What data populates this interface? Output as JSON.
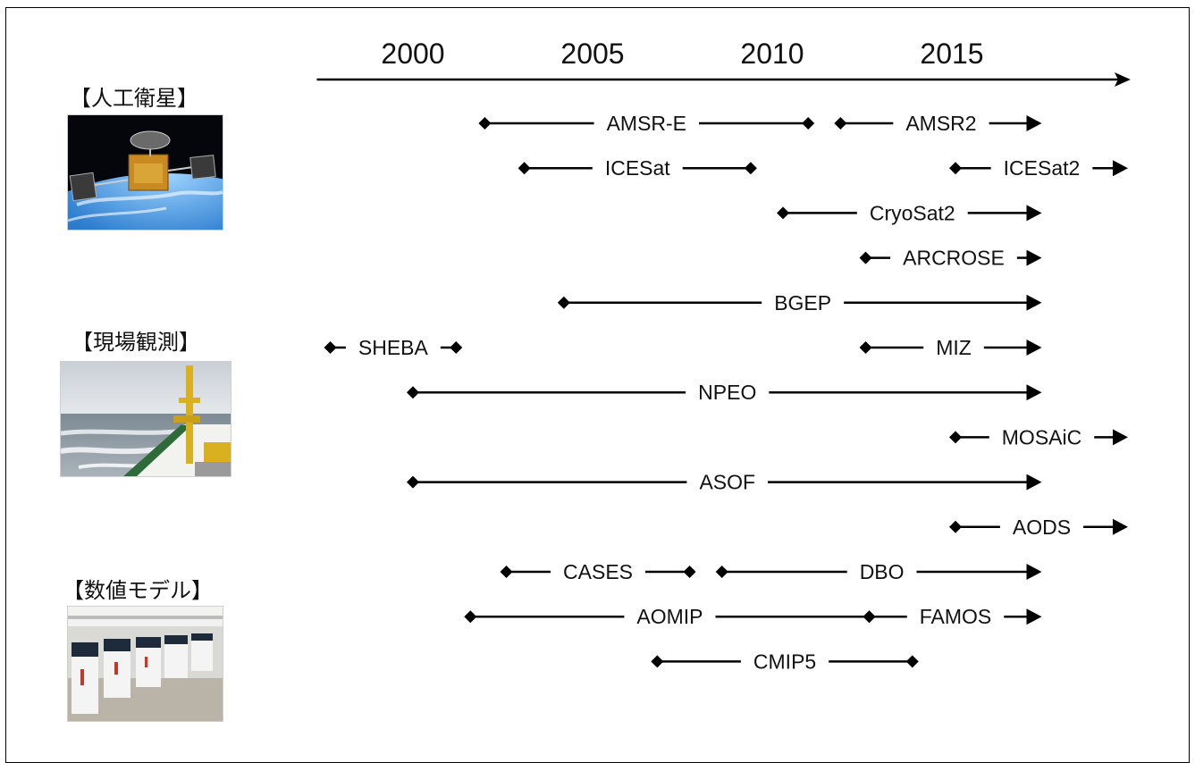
{
  "categories": [
    {
      "id": "satellite",
      "label": "【人工衛星】",
      "image": "satellite-image"
    },
    {
      "id": "field",
      "label": "【現場観測】",
      "image": "icebreaker-ship-image"
    },
    {
      "id": "model",
      "label": "【数値モデル】",
      "image": "supercomputer-image"
    }
  ],
  "axis": {
    "ticks": [
      "2000",
      "2005",
      "2010",
      "2015"
    ]
  },
  "chart_data": {
    "type": "timeline",
    "axis_range": [
      1997.4,
      2019.6
    ],
    "tick_years": [
      2000,
      2005,
      2010,
      2015
    ],
    "bars": [
      {
        "label": "AMSR-E",
        "start": 2002.0,
        "end": 2011.0,
        "start_marker": "diamond",
        "end_marker": "diamond",
        "row": 0
      },
      {
        "label": "AMSR2",
        "start": 2011.9,
        "end": 2017.5,
        "start_marker": "diamond",
        "end_marker": "arrow",
        "row": 0
      },
      {
        "label": "ICESat",
        "start": 2003.1,
        "end": 2009.4,
        "start_marker": "diamond",
        "end_marker": "diamond",
        "row": 1
      },
      {
        "label": "ICESat2",
        "start": 2015.1,
        "end": 2019.9,
        "start_marker": "diamond",
        "end_marker": "arrow",
        "row": 1
      },
      {
        "label": "CryoSat2",
        "start": 2010.3,
        "end": 2017.5,
        "start_marker": "diamond",
        "end_marker": "arrow",
        "row": 2
      },
      {
        "label": "ARCROSE",
        "start": 2012.6,
        "end": 2017.5,
        "start_marker": "diamond",
        "end_marker": "arrow",
        "row": 3
      },
      {
        "label": "BGEP",
        "start": 2004.2,
        "end": 2017.5,
        "start_marker": "diamond",
        "end_marker": "arrow",
        "row": 4
      },
      {
        "label": "SHEBA",
        "start": 1997.7,
        "end": 2001.2,
        "start_marker": "diamond",
        "end_marker": "diamond",
        "row": 5
      },
      {
        "label": "MIZ",
        "start": 2012.6,
        "end": 2017.5,
        "start_marker": "diamond",
        "end_marker": "arrow",
        "row": 5
      },
      {
        "label": "NPEO",
        "start": 2000.0,
        "end": 2017.5,
        "start_marker": "diamond",
        "end_marker": "arrow",
        "row": 6
      },
      {
        "label": "MOSAiC",
        "start": 2015.1,
        "end": 2019.9,
        "start_marker": "diamond",
        "end_marker": "arrow",
        "row": 7
      },
      {
        "label": "ASOF",
        "start": 2000.0,
        "end": 2017.5,
        "start_marker": "diamond",
        "end_marker": "arrow",
        "row": 8
      },
      {
        "label": "AODS",
        "start": 2015.1,
        "end": 2019.9,
        "start_marker": "diamond",
        "end_marker": "arrow",
        "row": 9
      },
      {
        "label": "CASES",
        "start": 2002.6,
        "end": 2007.7,
        "start_marker": "diamond",
        "end_marker": "diamond",
        "row": 10
      },
      {
        "label": "DBO",
        "start": 2008.6,
        "end": 2017.5,
        "start_marker": "diamond",
        "end_marker": "arrow",
        "row": 10
      },
      {
        "label": "AOMIP",
        "start": 2001.6,
        "end": 2012.7,
        "start_marker": "diamond",
        "end_marker": "diamond",
        "row": 11
      },
      {
        "label": "FAMOS",
        "start": 2012.7,
        "end": 2017.5,
        "start_marker": "diamond",
        "end_marker": "arrow",
        "row": 11
      },
      {
        "label": "CMIP5",
        "start": 2006.8,
        "end": 2013.9,
        "start_marker": "diamond",
        "end_marker": "diamond",
        "row": 12
      }
    ]
  }
}
